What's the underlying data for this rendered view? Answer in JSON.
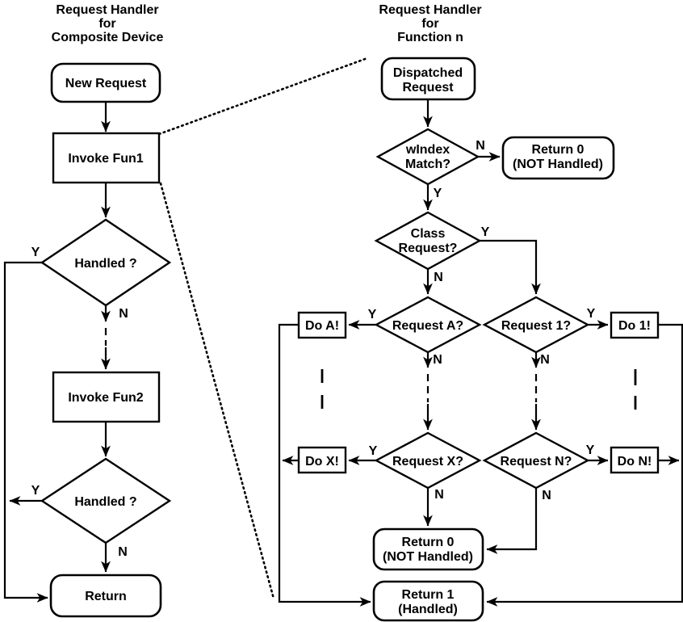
{
  "left_chart": {
    "title": [
      "Request Handler",
      "for",
      "Composite Device"
    ],
    "nodes": {
      "new_request": "New Request",
      "invoke_fun1": "Invoke Fun1",
      "handled_1": "Handled ?",
      "invoke_fun2": "Invoke Fun2",
      "handled_2": "Handled ?",
      "return": "Return"
    }
  },
  "right_chart": {
    "title": [
      "Request Handler",
      "for",
      "Function n"
    ],
    "nodes": {
      "dispatched_request": [
        "Dispatched",
        "Request"
      ],
      "windex_match": [
        "wIndex",
        "Match?"
      ],
      "return_0_top": [
        "Return 0",
        "(NOT Handled)"
      ],
      "class_request": [
        "Class",
        "Request?"
      ],
      "request_a": "Request A?",
      "request_1": "Request 1?",
      "do_a": "Do A!",
      "do_1": "Do 1!",
      "request_x": "Request X?",
      "request_n": "Request N?",
      "do_x": "Do X!",
      "do_n": "Do N!",
      "return_0_bottom": [
        "Return 0",
        "(NOT Handled)"
      ],
      "return_1": [
        "Return 1",
        "(Handled)"
      ]
    }
  },
  "branch_labels": {
    "yes": "Y",
    "no": "N"
  },
  "colors": {
    "stroke": "#000000",
    "background": "#ffffff"
  }
}
